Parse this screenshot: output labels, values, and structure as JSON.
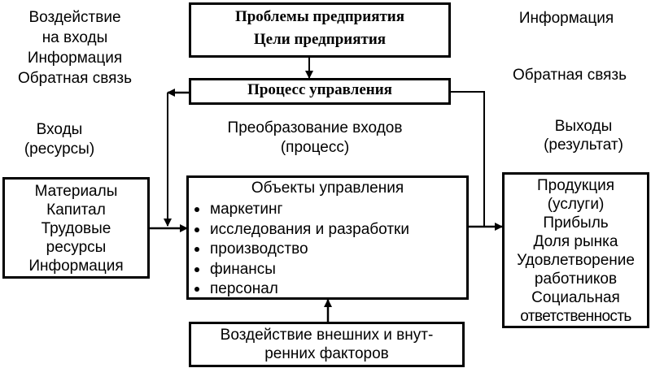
{
  "top_box": {
    "line1": "Проблемы предприятия",
    "line2": "Цели предприятия"
  },
  "process_box": {
    "label": "Процесс управления"
  },
  "left_labels": {
    "impact": [
      "Воздействие",
      "на входы",
      "Информация",
      "Обратная связь"
    ],
    "inputs": [
      "Входы",
      "(ресурсы)"
    ]
  },
  "right_labels": {
    "info": "Информация",
    "feedback": "Обратная связь",
    "outputs": [
      "Выходы",
      "(результат)"
    ]
  },
  "transform_label": [
    "Преобразование входов",
    "(процесс)"
  ],
  "inputs_box": [
    "Материалы",
    "Капитал",
    "Трудовые",
    "ресурсы",
    "Информация"
  ],
  "objects_box": {
    "title": "Объекты управления",
    "items": [
      "маркетинг",
      "исследования и разработки",
      "производство",
      "финансы",
      "персонал"
    ]
  },
  "outputs_box": [
    "Продукция",
    "(услуги)",
    "Прибыль",
    "Доля рынка",
    "Удовлетворение",
    "работников",
    "Социальная",
    "ответственность"
  ],
  "factors_box": [
    "Воздействие внешних и внут-",
    "ренних факторов"
  ]
}
